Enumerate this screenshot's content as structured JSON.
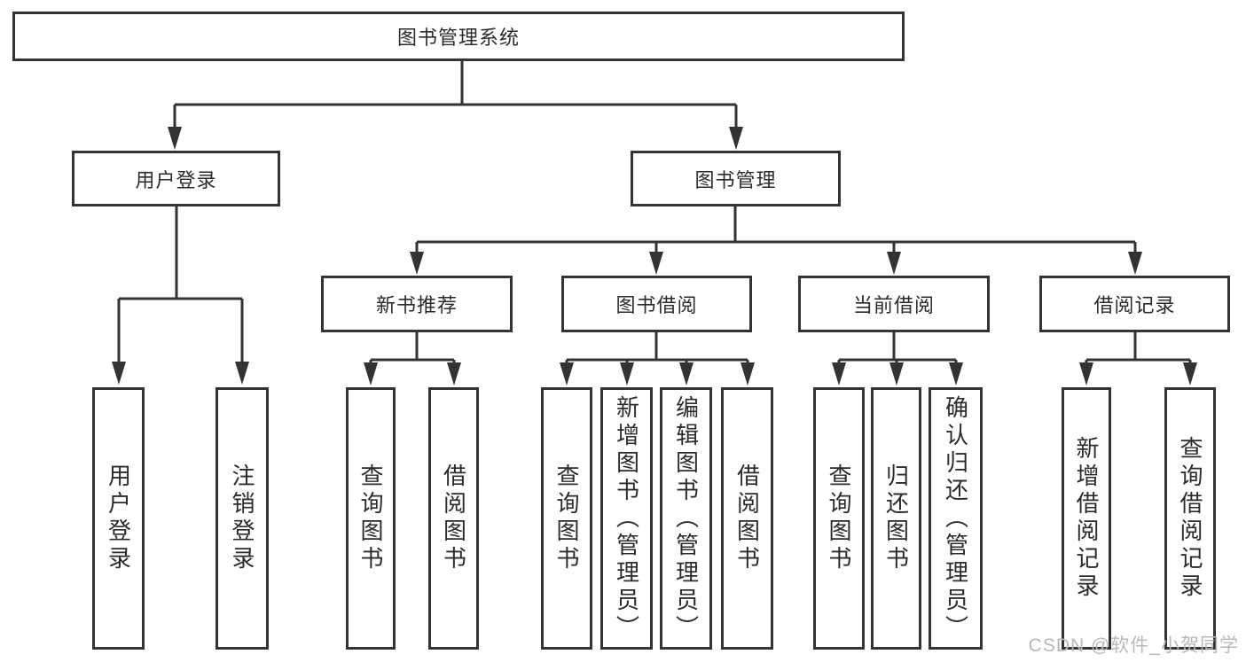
{
  "colors": {
    "line": "#333333",
    "text": "#2b2b2b",
    "watermark": "#b8b8b8",
    "background": "#ffffff"
  },
  "watermark": {
    "text": "CSDN @软件_小贺同学"
  },
  "tree": {
    "label": "图书管理系统",
    "children": [
      {
        "label": "用户登录",
        "children": [
          {
            "label": "用户登录"
          },
          {
            "label": "注销登录"
          }
        ]
      },
      {
        "label": "图书管理",
        "children": [
          {
            "label": "新书推荐",
            "children": [
              {
                "label": "查询图书"
              },
              {
                "label": "借阅图书"
              }
            ]
          },
          {
            "label": "图书借阅",
            "children": [
              {
                "label": "查询图书"
              },
              {
                "label": "新增图书（管理员）"
              },
              {
                "label": "编辑图书（管理员）"
              },
              {
                "label": "借阅图书"
              }
            ]
          },
          {
            "label": "当前借阅",
            "children": [
              {
                "label": "查询图书"
              },
              {
                "label": "归还图书"
              },
              {
                "label": "确认归还（管理员）"
              }
            ]
          },
          {
            "label": "借阅记录",
            "children": [
              {
                "label": "新增借阅记录"
              },
              {
                "label": "查询借阅记录"
              }
            ]
          }
        ]
      }
    ]
  }
}
